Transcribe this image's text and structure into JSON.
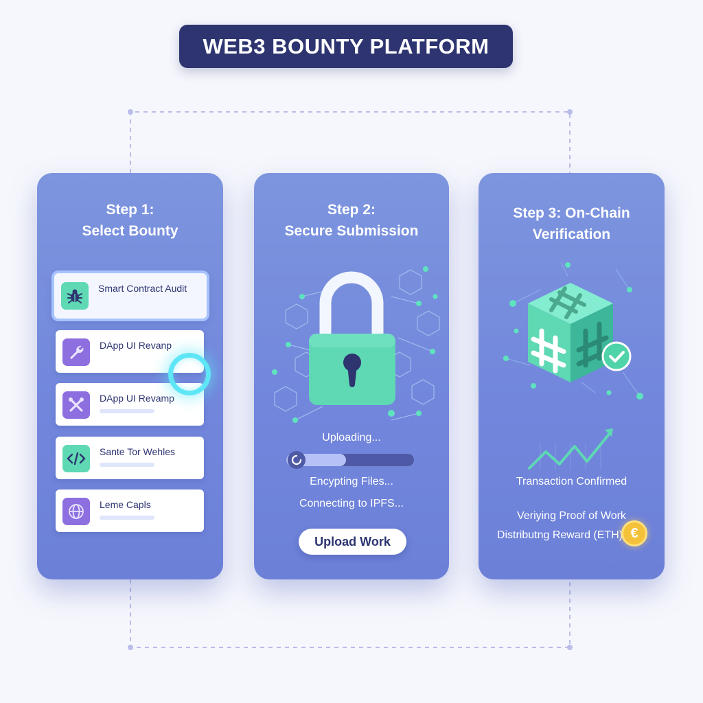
{
  "title": "WEB3 BOUNTY PLATFORM",
  "steps": [
    {
      "title_line1": "Step 1:",
      "title_line2": "Select Bounty",
      "items": [
        {
          "label": "Smart Contract Audit",
          "icon": "bug-icon",
          "selected": true
        },
        {
          "label": "DApp UI Revanp",
          "icon": "wrench-icon"
        },
        {
          "label": "DApp UI Revamp",
          "icon": "crossed-tools-icon"
        },
        {
          "label": "Sante Tor Wehles",
          "icon": "code-icon"
        },
        {
          "label": "Leme Capls",
          "icon": "globe-icon"
        }
      ]
    },
    {
      "title_line1": "Step 2:",
      "title_line2": "Secure Submission",
      "icon": "padlock-icon",
      "uploading_label": "Uploading...",
      "upload_progress": 0.47,
      "status_1": "Encypting Files...",
      "status_2": "Connecting to IPFS...",
      "button_label": "Upload Work"
    },
    {
      "title_line1": "Step 3: On-Chain",
      "title_line2": "Verification",
      "icon": "hash-block-icon",
      "chart_icon": "trend-line-icon",
      "confirmed_label": "Transaction Confirmed",
      "status_1": "Veriying Proof of Work",
      "status_2": "Distributng Reward (ETH)",
      "coin_symbol": "€"
    }
  ],
  "colors": {
    "title_bg": "#2d3470",
    "panel": "#7287dc",
    "mint": "#5fd8b4",
    "cyan_ring": "#5fe6f6",
    "coin": "#f4c23a"
  }
}
